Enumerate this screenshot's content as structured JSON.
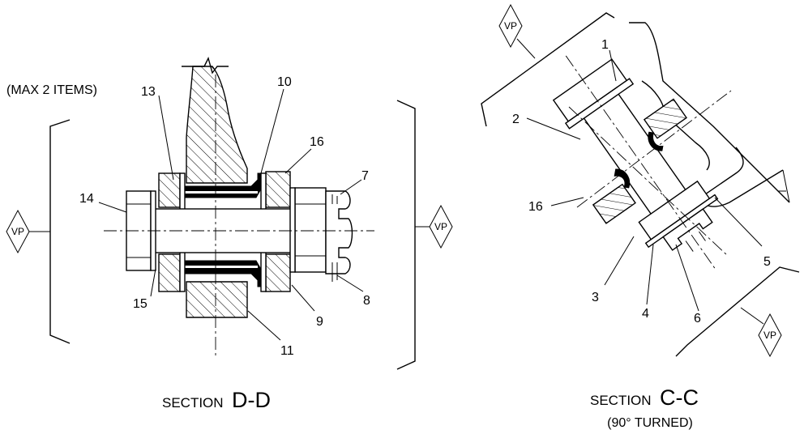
{
  "note": "(MAX 2 ITEMS)",
  "weld_symbol": "VP",
  "left_section": {
    "caption_prefix": "SECTION",
    "caption_letters": "D-D",
    "callouts": [
      "13",
      "10",
      "16",
      "7",
      "14",
      "8",
      "15",
      "9",
      "11"
    ]
  },
  "right_section": {
    "caption_prefix": "SECTION",
    "caption_letters": "C-C",
    "caption_sub": "(90° TURNED)",
    "callouts": [
      "1",
      "2",
      "16",
      "3",
      "4",
      "6",
      "5"
    ]
  }
}
